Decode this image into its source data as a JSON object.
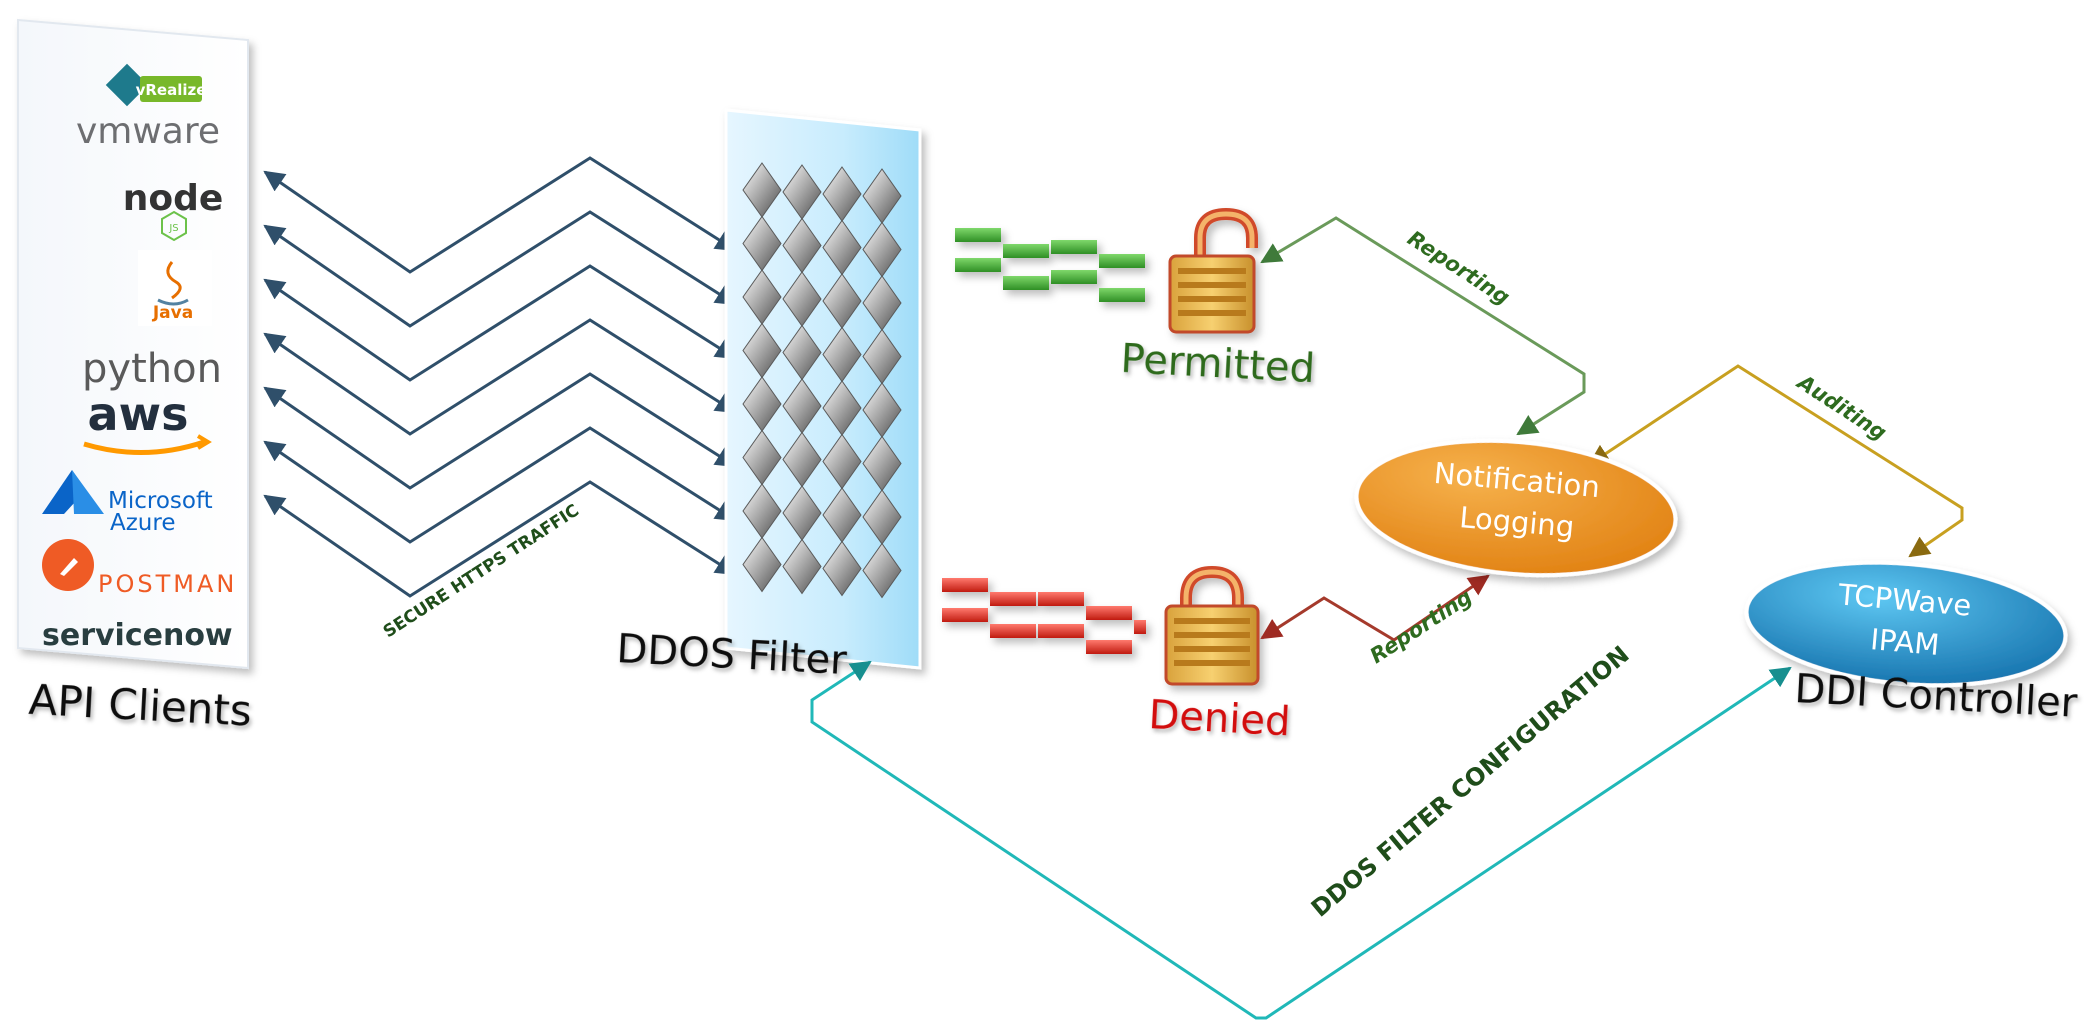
{
  "clients": {
    "caption": "API Clients",
    "logos": [
      {
        "name": "vmware-vrealize-logo",
        "text": "vmware",
        "badge": "vRealize"
      },
      {
        "name": "nodejs-logo",
        "text": "node",
        "badge": "JS"
      },
      {
        "name": "java-logo",
        "text": "Java"
      },
      {
        "name": "python-logo",
        "text": "python"
      },
      {
        "name": "aws-logo",
        "text": "aws"
      },
      {
        "name": "microsoft-azure-logo",
        "text1": "Microsoft",
        "text2": "Azure"
      },
      {
        "name": "postman-logo",
        "text": "POSTMAN"
      },
      {
        "name": "servicenow-logo",
        "text": "servicenow"
      }
    ]
  },
  "traffic": {
    "label": "SECURE HTTPS TRAFFIC"
  },
  "filter": {
    "caption": "DDOS Filter"
  },
  "permitted": {
    "label": "Permitted",
    "color": "#2e6b1f"
  },
  "denied": {
    "label": "Denied",
    "color": "#d21010"
  },
  "notification": {
    "line1": "Notification",
    "line2": "Logging"
  },
  "ipam": {
    "line1": "TCPWave",
    "line2": "IPAM",
    "caption": "DDI Controller"
  },
  "links": {
    "reporting_top": "Reporting",
    "reporting_bottom": "Reporting",
    "auditing": "Auditing",
    "config": "DDOS FILTER CONFIGURATION"
  },
  "colors": {
    "label_green": "#2e6b1f",
    "cyan_arrow": "#20b8b8",
    "gold_arrow": "#c8a020",
    "orange_node": "#e8901a",
    "blue_node": "#1f86c4"
  }
}
